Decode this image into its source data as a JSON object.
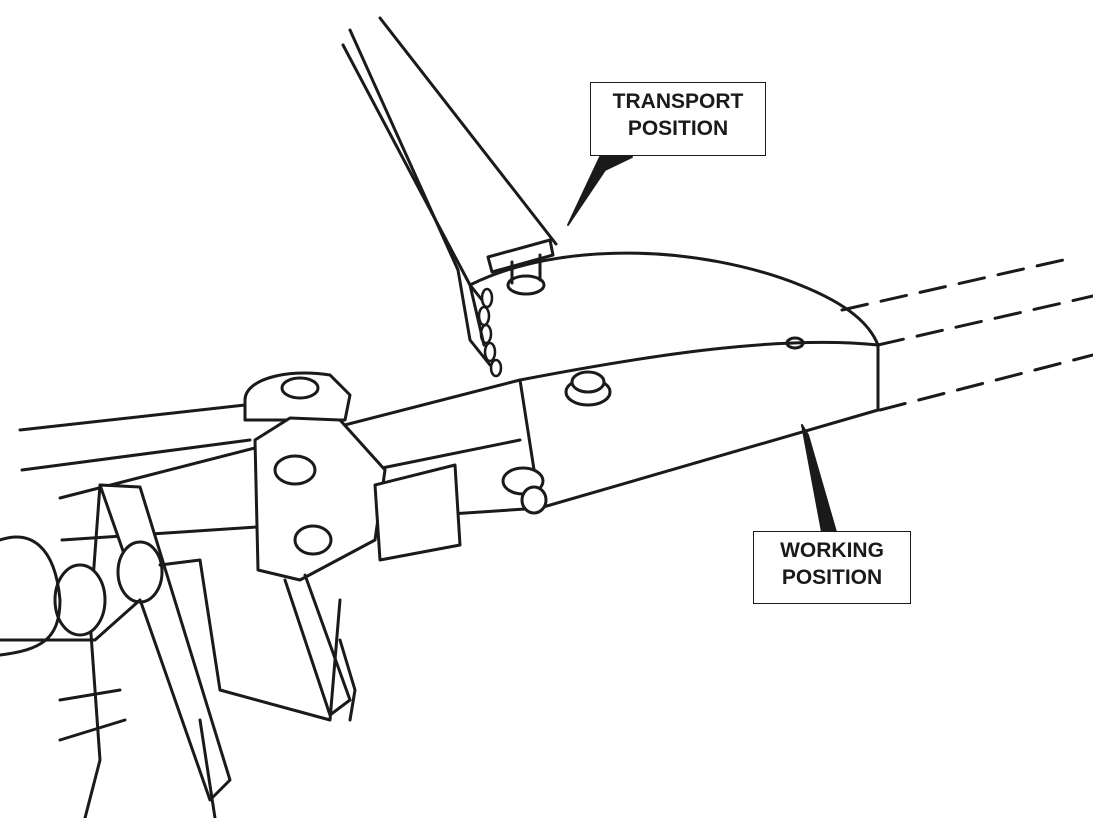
{
  "figure": {
    "callouts": {
      "transport": {
        "line1": "TRANSPORT",
        "line2": "POSITION"
      },
      "working": {
        "line1": "WORKING",
        "line2": "POSITION"
      }
    },
    "colors": {
      "ink": "#1a1a1a",
      "paper": "#ffffff"
    }
  }
}
